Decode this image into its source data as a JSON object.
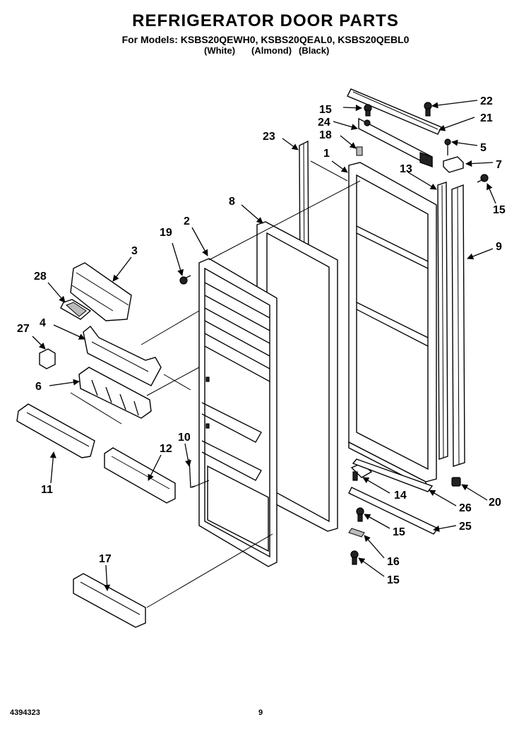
{
  "header": {
    "title": "REFRIGERATOR DOOR PARTS",
    "subtitle": "For Models: KSBS20QEWH0, KSBS20QEAL0, KSBS20QEBL0",
    "colors": [
      "(White)",
      "(Almond)",
      "(Black)"
    ]
  },
  "callouts": {
    "c1": "1",
    "c2": "2",
    "c3": "3",
    "c4": "4",
    "c5": "5",
    "c6": "6",
    "c7": "7",
    "c8": "8",
    "c9": "9",
    "c10": "10",
    "c11": "11",
    "c12": "12",
    "c13": "13",
    "c14": "14",
    "c15a": "15",
    "c15b": "15",
    "c15c": "15",
    "c15d": "15",
    "c16": "16",
    "c17": "17",
    "c18": "18",
    "c19": "19",
    "c20": "20",
    "c21": "21",
    "c22": "22",
    "c23": "23",
    "c24": "24",
    "c25": "25",
    "c26": "26",
    "c27": "27",
    "c28": "28"
  },
  "footer": {
    "doc_number": "4394323",
    "page_number": "9"
  }
}
